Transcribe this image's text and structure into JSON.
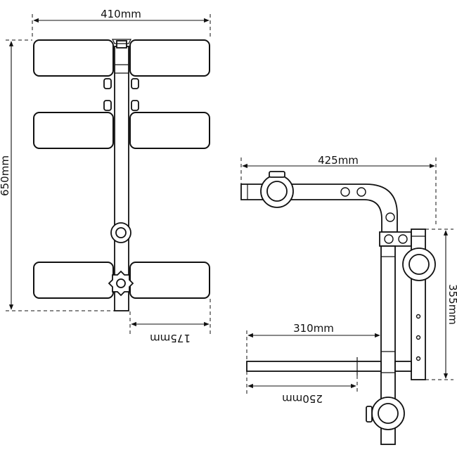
{
  "dimensions": {
    "top_width": "410mm",
    "total_length": "650mm",
    "pad_offset": "175mm",
    "arm_width": "425mm",
    "upright_height": "355mm",
    "lower_bar_length": "310mm",
    "lower_bar_inner": "250mm"
  },
  "colors": {
    "line": "#111111",
    "background": "#ffffff"
  }
}
